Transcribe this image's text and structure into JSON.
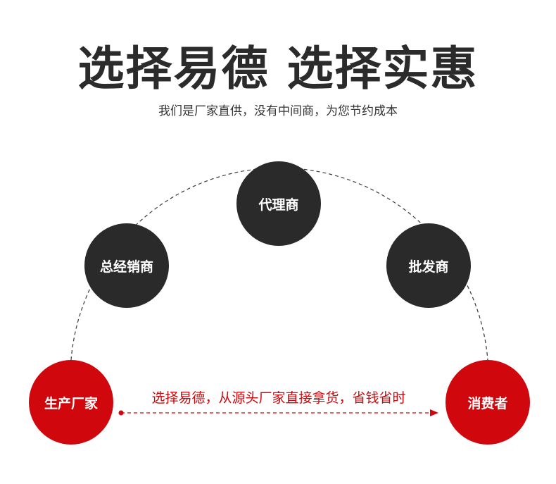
{
  "title": "选择易德 选择实惠",
  "subtitle": "我们是厂家直供，没有中间商，为您节约成本",
  "nodes": {
    "agent": "代理商",
    "distributor": "总经销商",
    "wholesaler": "批发商",
    "manufacturer": "生产厂家",
    "consumer": "消费者"
  },
  "arrow_label": "选择易德，从源头厂家直接拿货，省钱省时",
  "colors": {
    "accent_red": "#d0070d",
    "dark_node": "#2a2a2a",
    "text_dark": "#2b2b2b"
  }
}
